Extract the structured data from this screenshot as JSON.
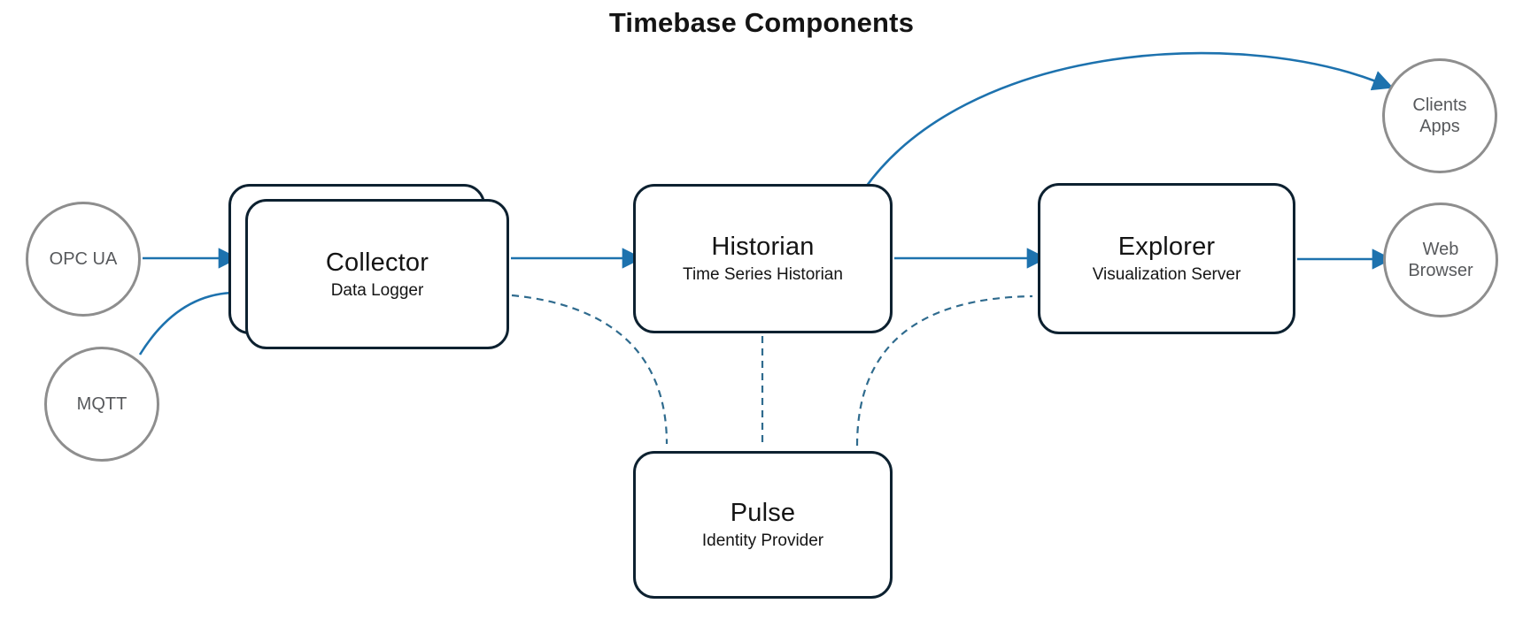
{
  "title": "Timebase Components",
  "colors": {
    "arrow_blue": "#1d72ae",
    "dash_blue": "#2f6b8e",
    "box_border": "#0d2130",
    "circle_border": "#8e8e8e",
    "circle_text": "#57595c",
    "text_dark": "#141414"
  },
  "sources": [
    {
      "label": "OPC UA"
    },
    {
      "label": "MQTT"
    }
  ],
  "components": {
    "collector": {
      "name": "Collector",
      "subtitle": "Data Logger",
      "stacked": true
    },
    "historian": {
      "name": "Historian",
      "subtitle": "Time Series Historian"
    },
    "explorer": {
      "name": "Explorer",
      "subtitle": "Visualization Server"
    },
    "pulse": {
      "name": "Pulse",
      "subtitle": "Identity Provider"
    }
  },
  "clients": [
    {
      "line1": "Clients",
      "line2": "Apps"
    },
    {
      "line1": "Web",
      "line2": "Browser"
    }
  ],
  "edges": [
    {
      "from": "OPC UA",
      "to": "Collector",
      "style": "solid",
      "arrow": true
    },
    {
      "from": "MQTT",
      "to": "Collector",
      "style": "solid",
      "arrow": true
    },
    {
      "from": "Collector",
      "to": "Historian",
      "style": "solid",
      "arrow": true
    },
    {
      "from": "Historian",
      "to": "Explorer",
      "style": "solid",
      "arrow": true
    },
    {
      "from": "Historian",
      "to": "Clients Apps",
      "style": "solid",
      "arrow": true
    },
    {
      "from": "Explorer",
      "to": "Web Browser",
      "style": "solid",
      "arrow": true
    },
    {
      "from": "Collector",
      "to": "Pulse",
      "style": "dashed",
      "arrow": false
    },
    {
      "from": "Historian",
      "to": "Pulse",
      "style": "dashed",
      "arrow": false
    },
    {
      "from": "Explorer",
      "to": "Pulse",
      "style": "dashed",
      "arrow": false
    }
  ]
}
